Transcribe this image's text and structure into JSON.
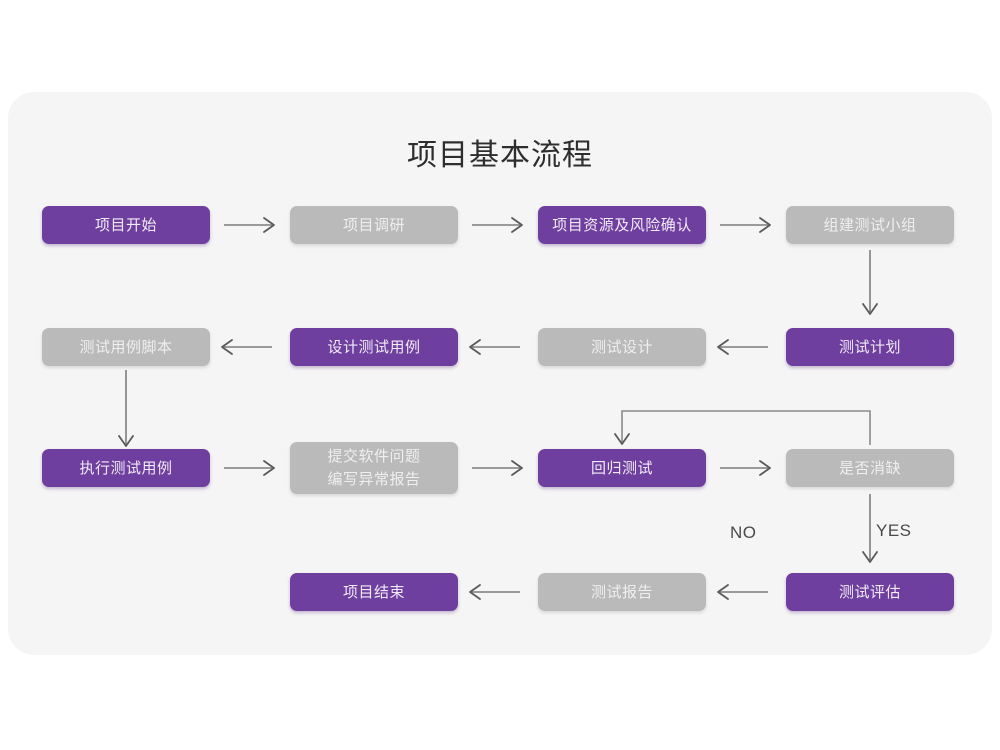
{
  "title": "项目基本流程",
  "theme": {
    "page_background": "#ffffff",
    "card_background": "#f5f5f5",
    "primary_node": "#6e3f9e",
    "primary_node_text": "#f2eaf7",
    "muted_node": "#bababa",
    "muted_node_text": "#efefef",
    "connector": "#7d7d7d",
    "title_text": "#2e2e2e"
  },
  "nodes": {
    "project_start": {
      "label": "项目开始",
      "style": "primary"
    },
    "project_research": {
      "label": "项目调研",
      "style": "muted"
    },
    "resource_risk": {
      "label": "项目资源及风险确认",
      "style": "primary"
    },
    "build_team": {
      "label": "组建测试小组",
      "style": "muted"
    },
    "test_plan": {
      "label": "测试计划",
      "style": "primary"
    },
    "test_design": {
      "label": "测试设计",
      "style": "muted"
    },
    "design_cases": {
      "label": "设计测试用例",
      "style": "primary"
    },
    "case_scripts": {
      "label": "测试用例脚本",
      "style": "muted"
    },
    "execute_cases": {
      "label": "执行测试用例",
      "style": "primary"
    },
    "submit_defect_line1": {
      "label": "提交软件问题",
      "style": "muted"
    },
    "submit_defect_line2": {
      "label": "编写异常报告",
      "style": "muted"
    },
    "regression_test": {
      "label": "回归测试",
      "style": "primary"
    },
    "defect_cleared": {
      "label": "是否消缺",
      "style": "muted"
    },
    "test_evaluation": {
      "label": "测试评估",
      "style": "primary"
    },
    "test_report": {
      "label": "测试报告",
      "style": "muted"
    },
    "project_end": {
      "label": "项目结束",
      "style": "primary"
    }
  },
  "edge_labels": {
    "no_branch": "NO",
    "yes_branch": "YES"
  }
}
